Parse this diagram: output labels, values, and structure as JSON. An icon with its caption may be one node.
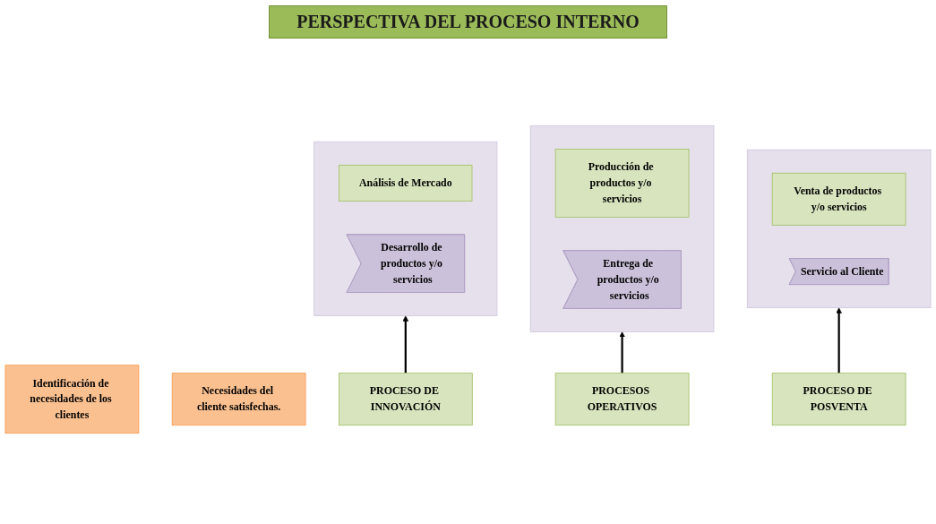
{
  "diagram": {
    "title": "PERSPECTIVA DEL PROCESO INTERNO",
    "nodes": [
      {
        "text": [
          "Identificación de necesidades de los clientes"
        ]
      },
      {
        "text": [],
        "shape": "chevron"
      },
      {
        "text": [
          "Análisis de Mercado"
        ],
        "in": 1
      },
      {
        "text": [
          "Desarrollo de productos y/o servicios"
        ],
        "in": 1
      },
      {
        "text": [],
        "shape": "chevron"
      },
      {
        "text": [
          "Producción de productos y/o servicios"
        ],
        "in": 4
      },
      {
        "text": [
          "Entrega de productos y/o servicios"
        ],
        "in": 4
      },
      {
        "text": [
          "Necesidades del cliente satisfechas."
        ]
      },
      {
        "text": [],
        "shape": "chevron"
      },
      {
        "text": [
          "Venta de productos y/o servicios"
        ],
        "in": 8
      },
      {
        "text": [
          "Servicio al Cliente"
        ],
        "in": 8
      },
      {
        "text": [
          "PROCESO DE INNOVACIÓN"
        ]
      },
      {
        "text": [
          "PROCESOS OPERATIVOS"
        ]
      },
      {
        "text": [
          "PROCESO DE POSVENTA"
        ]
      }
    ],
    "edges": [
      {
        "from": 11,
        "to": 1,
        "arrow": "to"
      },
      {
        "from": 12,
        "to": 4,
        "arrow": "to"
      },
      {
        "from": 13,
        "to": 8,
        "arrow": "to"
      }
    ]
  }
}
